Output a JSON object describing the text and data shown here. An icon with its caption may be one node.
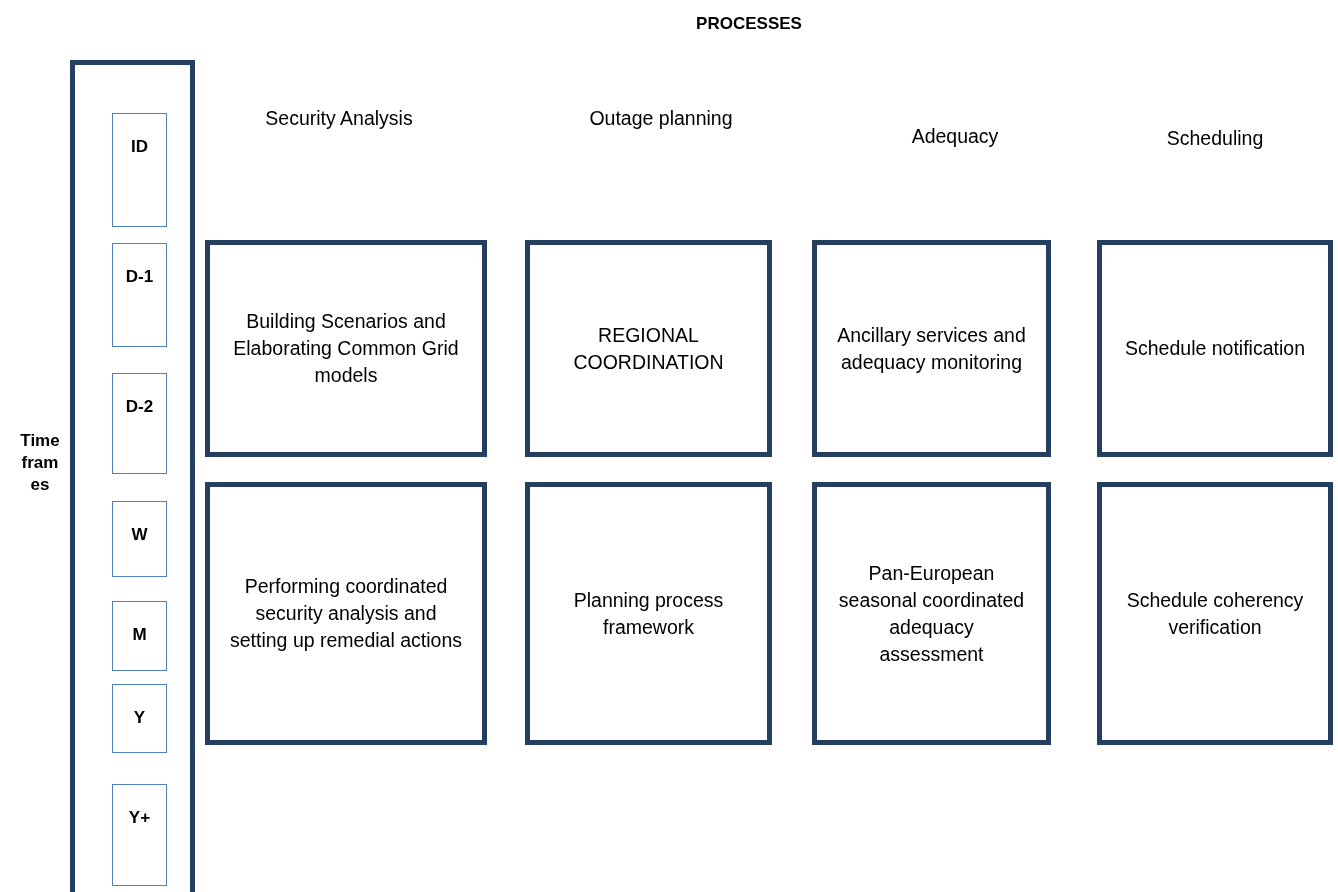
{
  "diagram": {
    "title": "PROCESSES",
    "nodes": [
      {
        "text": [
          "Timeframes"
        ]
      },
      {
        "text": [
          "ID"
        ],
        "in": 0
      },
      {
        "text": [
          "D-1"
        ],
        "in": 0
      },
      {
        "text": [
          "D-2"
        ],
        "in": 0
      },
      {
        "text": [
          "W"
        ],
        "in": 0
      },
      {
        "text": [
          "M"
        ],
        "in": 0
      },
      {
        "text": [
          "Y"
        ],
        "in": 0
      },
      {
        "text": [
          "Y+"
        ],
        "in": 0
      },
      {
        "text": [
          "Building Scenarios and Elaborating Common Grid models"
        ]
      },
      {
        "text": [
          "REGIONAL COORDINATION"
        ]
      },
      {
        "text": [
          "Ancillary services and adequacy monitoring"
        ]
      },
      {
        "text": [
          "Schedule notification"
        ]
      },
      {
        "text": [
          "Performing coordinated security analysis and setting up remedial actions"
        ]
      },
      {
        "text": [
          "Planning process framework"
        ]
      },
      {
        "text": [
          "Pan-European seasonal coordinated adequacy assessment"
        ]
      },
      {
        "text": [
          "Schedule coherency verification"
        ]
      }
    ],
    "labels": [
      "Security Analysis",
      "Outage planning",
      "Adequacy",
      "Scheduling"
    ]
  }
}
